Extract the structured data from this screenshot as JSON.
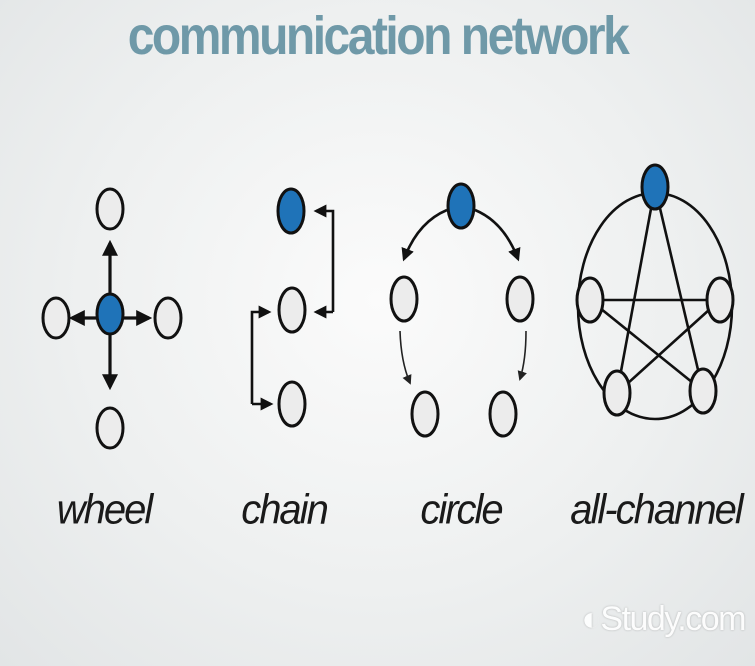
{
  "title": "communication network",
  "networks": [
    {
      "id": "wheel",
      "label": "wheel"
    },
    {
      "id": "chain",
      "label": "chain"
    },
    {
      "id": "circle",
      "label": "circle"
    },
    {
      "id": "all-channel",
      "label": "all-channel"
    }
  ],
  "watermark": "Study.com",
  "colors": {
    "title": "#6f99a8",
    "highlighted_node": "#1f73b8",
    "node_fill": "#ececec",
    "outline": "#111111"
  }
}
